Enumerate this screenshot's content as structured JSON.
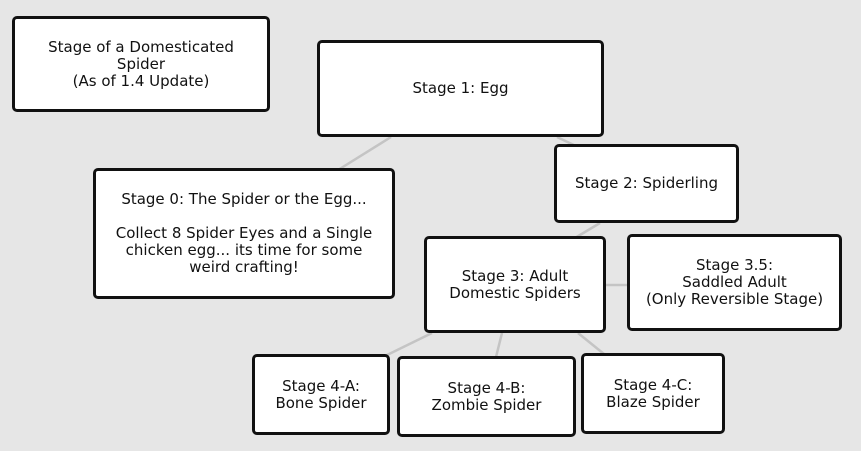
{
  "title_node": {
    "lines": [
      "Stage of a Domesticated",
      "Spider",
      "(As of 1.4 Update)"
    ]
  },
  "nodes": {
    "egg": {
      "lines": [
        "Stage 1: Egg"
      ]
    },
    "spiderling": {
      "lines": [
        "Stage 2: Spiderling"
      ]
    },
    "stage0": {
      "title": "Stage 0: The Spider or the Egg...",
      "body_lines": [
        "Collect 8 Spider Eyes and a Single",
        "chicken egg... its time for some",
        "weird crafting!"
      ]
    },
    "adult": {
      "lines": [
        "Stage 3: Adult",
        "Domestic Spiders"
      ]
    },
    "saddled": {
      "lines": [
        "Stage 3.5:",
        "Saddled Adult",
        "(Only Reversible Stage)"
      ]
    },
    "bone": {
      "lines": [
        "Stage 4-A:",
        "Bone Spider"
      ]
    },
    "zombie": {
      "lines": [
        "Stage 4-B:",
        "Zombie Spider"
      ]
    },
    "blaze": {
      "lines": [
        "Stage 4-C:",
        "Blaze Spider"
      ]
    }
  },
  "colors": {
    "background": "#e6e6e6",
    "node_fill": "#ffffff",
    "node_border": "#111111",
    "connector": "#c4c4c4",
    "text": "#111111"
  }
}
